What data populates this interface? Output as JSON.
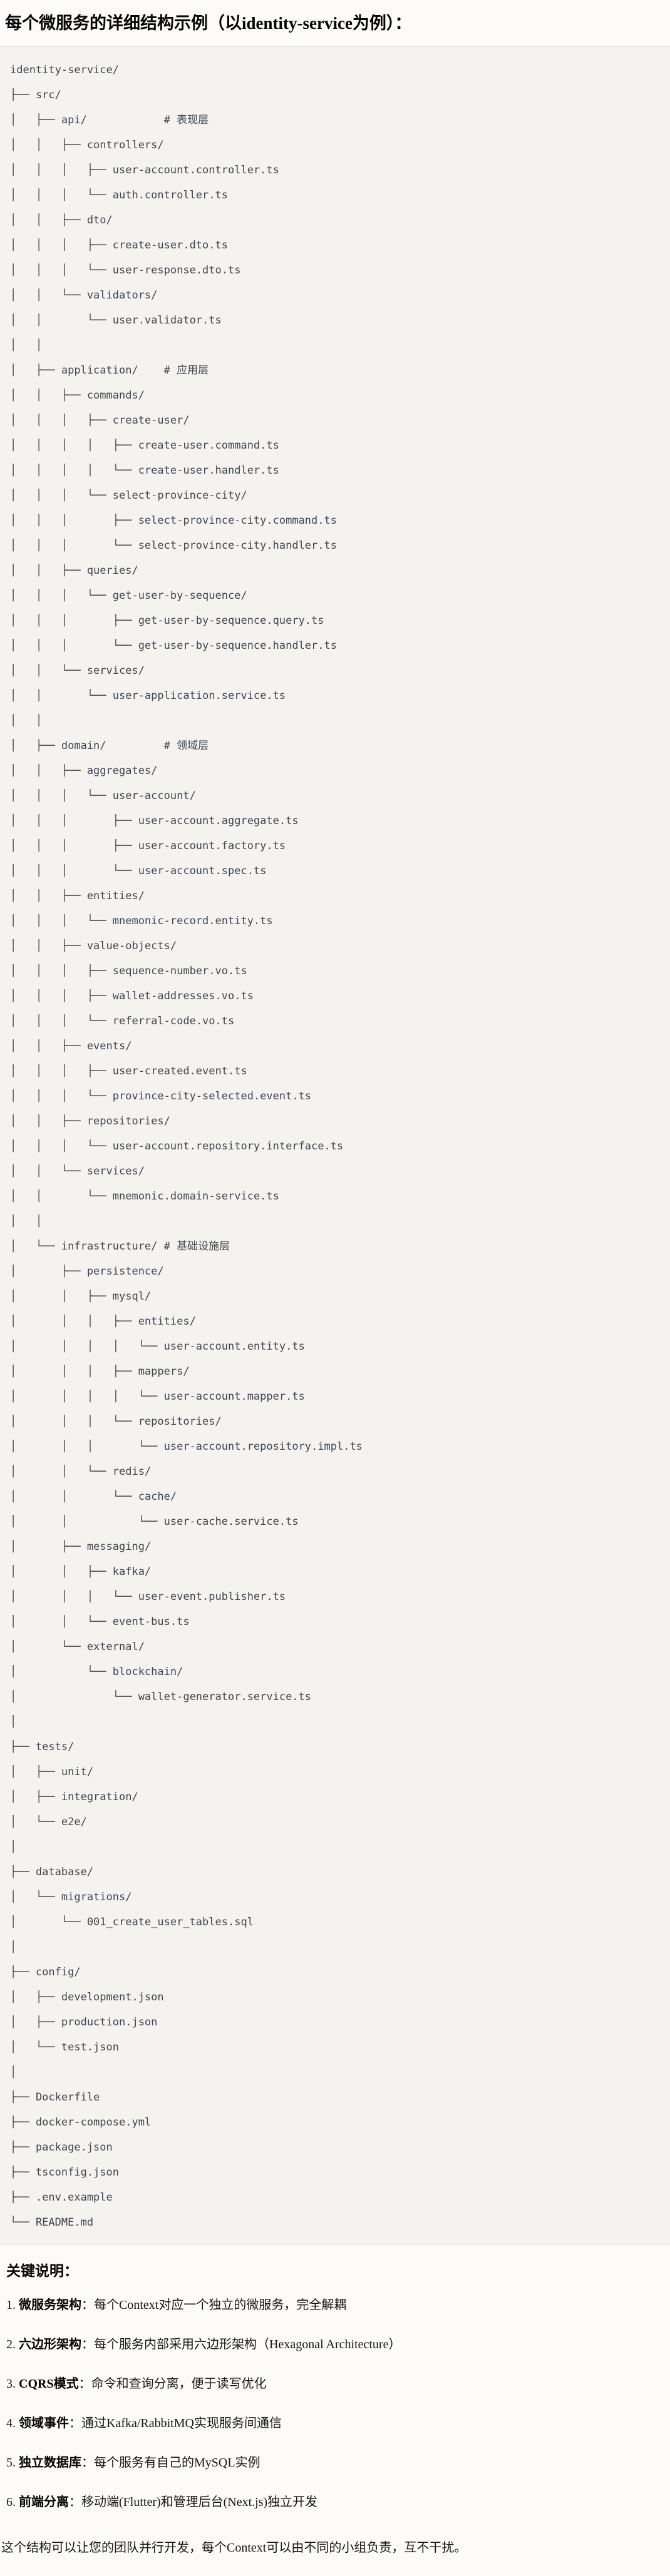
{
  "page": {
    "title": "每个微服务的详细结构示例（以identity-service为例）：",
    "code_block": {
      "language": "plaintext-tree",
      "tree_lines": [
        "identity-service/",
        "├── src/",
        "│   ├── api/            # 表现层",
        "│   │   ├── controllers/",
        "│   │   │   ├── user-account.controller.ts",
        "│   │   │   └── auth.controller.ts",
        "│   │   ├── dto/",
        "│   │   │   ├── create-user.dto.ts",
        "│   │   │   └── user-response.dto.ts",
        "│   │   └── validators/",
        "│   │       └── user.validator.ts",
        "│   │",
        "│   ├── application/    # 应用层",
        "│   │   ├── commands/",
        "│   │   │   ├── create-user/",
        "│   │   │   │   ├── create-user.command.ts",
        "│   │   │   │   └── create-user.handler.ts",
        "│   │   │   └── select-province-city/",
        "│   │   │       ├── select-province-city.command.ts",
        "│   │   │       └── select-province-city.handler.ts",
        "│   │   ├── queries/",
        "│   │   │   └── get-user-by-sequence/",
        "│   │   │       ├── get-user-by-sequence.query.ts",
        "│   │   │       └── get-user-by-sequence.handler.ts",
        "│   │   └── services/",
        "│   │       └── user-application.service.ts",
        "│   │",
        "│   ├── domain/         # 领域层",
        "│   │   ├── aggregates/",
        "│   │   │   └── user-account/",
        "│   │   │       ├── user-account.aggregate.ts",
        "│   │   │       ├── user-account.factory.ts",
        "│   │   │       └── user-account.spec.ts",
        "│   │   ├── entities/",
        "│   │   │   └── mnemonic-record.entity.ts",
        "│   │   ├── value-objects/",
        "│   │   │   ├── sequence-number.vo.ts",
        "│   │   │   ├── wallet-addresses.vo.ts",
        "│   │   │   └── referral-code.vo.ts",
        "│   │   ├── events/",
        "│   │   │   ├── user-created.event.ts",
        "│   │   │   └── province-city-selected.event.ts",
        "│   │   ├── repositories/",
        "│   │   │   └── user-account.repository.interface.ts",
        "│   │   └── services/",
        "│   │       └── mnemonic.domain-service.ts",
        "│   │",
        "│   └── infrastructure/ # 基础设施层",
        "│       ├── persistence/",
        "│       │   ├── mysql/",
        "│       │   │   ├── entities/",
        "│       │   │   │   └── user-account.entity.ts",
        "│       │   │   ├── mappers/",
        "│       │   │   │   └── user-account.mapper.ts",
        "│       │   │   └── repositories/",
        "│       │   │       └── user-account.repository.impl.ts",
        "│       │   └── redis/",
        "│       │       └── cache/",
        "│       │           └── user-cache.service.ts",
        "│       ├── messaging/",
        "│       │   ├── kafka/",
        "│       │   │   └── user-event.publisher.ts",
        "│       │   └── event-bus.ts",
        "│       └── external/",
        "│           └── blockchain/",
        "│               └── wallet-generator.service.ts",
        "│",
        "├── tests/",
        "│   ├── unit/",
        "│   ├── integration/",
        "│   └── e2e/",
        "│",
        "├── database/",
        "│   └── migrations/",
        "│       └── 001_create_user_tables.sql",
        "│",
        "├── config/",
        "│   ├── development.json",
        "│   ├── production.json",
        "│   └── test.json",
        "│",
        "├── Dockerfile",
        "├── docker-compose.yml",
        "├── package.json",
        "├── tsconfig.json",
        "├── .env.example",
        "└── README.md"
      ]
    },
    "notes": {
      "heading": "关键说明：",
      "items": [
        {
          "num": "1.",
          "term": "微服务架构",
          "desc": "：每个Context对应一个独立的微服务，完全解耦"
        },
        {
          "num": "2.",
          "term": "六边形架构",
          "desc": "：每个服务内部采用六边形架构（Hexagonal Architecture）"
        },
        {
          "num": "3.",
          "term": "CQRS模式",
          "desc": "：命令和查询分离，便于读写优化"
        },
        {
          "num": "4.",
          "term": "领域事件",
          "desc": "：通过Kafka/RabbitMQ实现服务间通信"
        },
        {
          "num": "5.",
          "term": "独立数据库",
          "desc": "：每个服务有自己的MySQL实例"
        },
        {
          "num": "6.",
          "term": "前端分离",
          "desc": "：移动端(Flutter)和管理后台(Next.js)独立开发"
        }
      ]
    },
    "closing": "这个结构可以让您的团队并行开发，每个Context可以由不同的小组负责，互不干扰。",
    "colors": {
      "page_bg": "#fcfbf8",
      "code_bg": "#f4f3f0",
      "code_border": "#e5e3df",
      "code_text": "#3f464e",
      "body_text": "#151618"
    }
  }
}
